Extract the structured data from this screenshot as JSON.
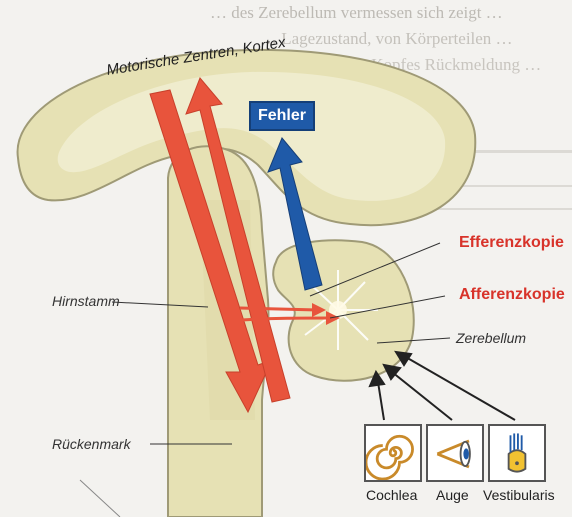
{
  "header_text": {
    "line1": "... des Zerebellum vermessen sich zeigt, ...",
    "line2": "... Lagezustand, von Körperteilen ...",
    "line3": "... Kopfes Rückmeldung ..."
  },
  "labels": {
    "kortex": "Motorische Zentren, Kortex",
    "fehler": "Fehler",
    "efferenzkopie": "Efferenzkopie",
    "afferenzkopie": "Afferenzkopie",
    "hirnstamm": "Hirnstamm",
    "zerebellum": "Zerebellum",
    "rueckenmark": "Rückenmark"
  },
  "senses": [
    {
      "label": "Cochlea",
      "icon": "cochlea-spiral-icon"
    },
    {
      "label": "Auge",
      "icon": "eye-icon"
    },
    {
      "label": "Vestibularis",
      "icon": "vestibular-organ-icon"
    }
  ],
  "colors": {
    "brain_fill": "#e6e1b4",
    "red_arrow": "#e8543c",
    "blue_arrow": "#1f5aa8",
    "label_red": "#d8332a"
  }
}
